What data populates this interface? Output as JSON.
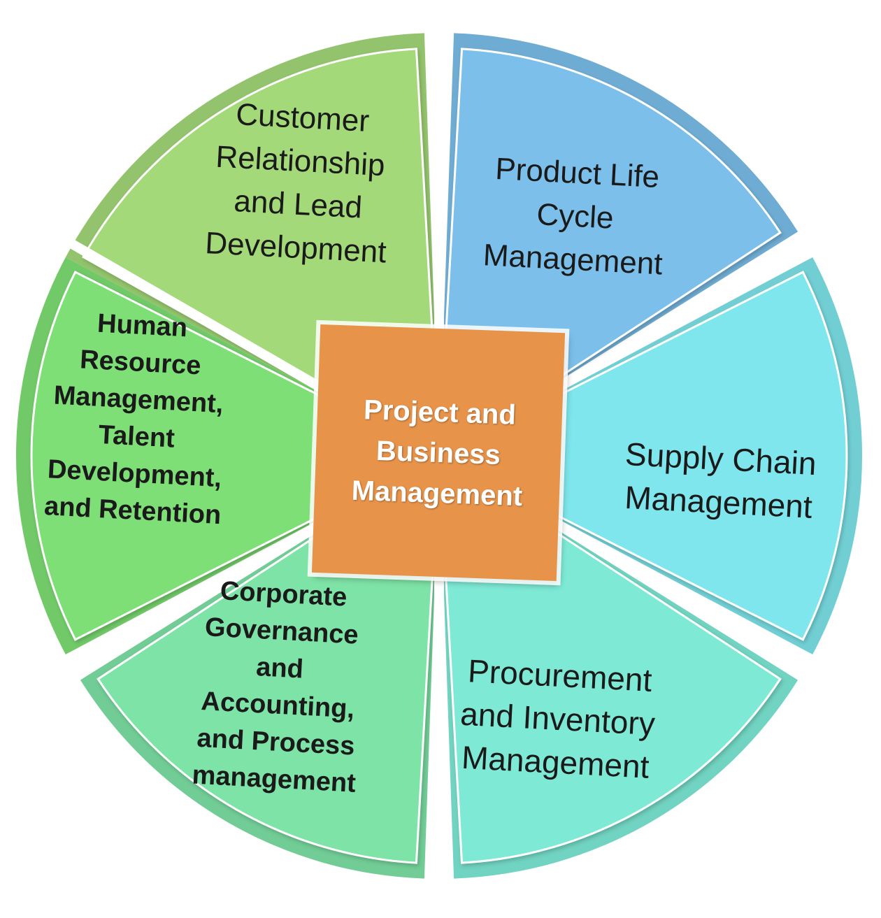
{
  "center": {
    "label": "Project and\nBusiness\nManagement",
    "color": "#e7934a"
  },
  "segments": [
    {
      "id": "customer-relationship",
      "lines": [
        "Customer",
        "Relationship",
        "and Lead",
        "Development"
      ],
      "color": "#a3d978",
      "bold": false
    },
    {
      "id": "product-life-cycle",
      "lines": [
        "Product Life",
        "Cycle",
        "Management"
      ],
      "color": "#7bbfea",
      "bold": false
    },
    {
      "id": "supply-chain",
      "lines": [
        "Supply Chain",
        "Management"
      ],
      "color": "#7ee6ec",
      "bold": false
    },
    {
      "id": "procurement-inventory",
      "lines": [
        "Procurement",
        "and Inventory",
        "Management"
      ],
      "color": "#7eead6",
      "bold": false
    },
    {
      "id": "corporate-governance",
      "lines": [
        "Corporate",
        "Governance",
        "and",
        "Accounting,",
        "and Process",
        "management"
      ],
      "color": "#7ee3a6",
      "bold": true
    },
    {
      "id": "human-resource",
      "lines": [
        "Human",
        "Resource",
        "Management,",
        "Talent",
        "Development,",
        "and Retention"
      ],
      "color": "#7ddf74",
      "bold": true
    }
  ]
}
